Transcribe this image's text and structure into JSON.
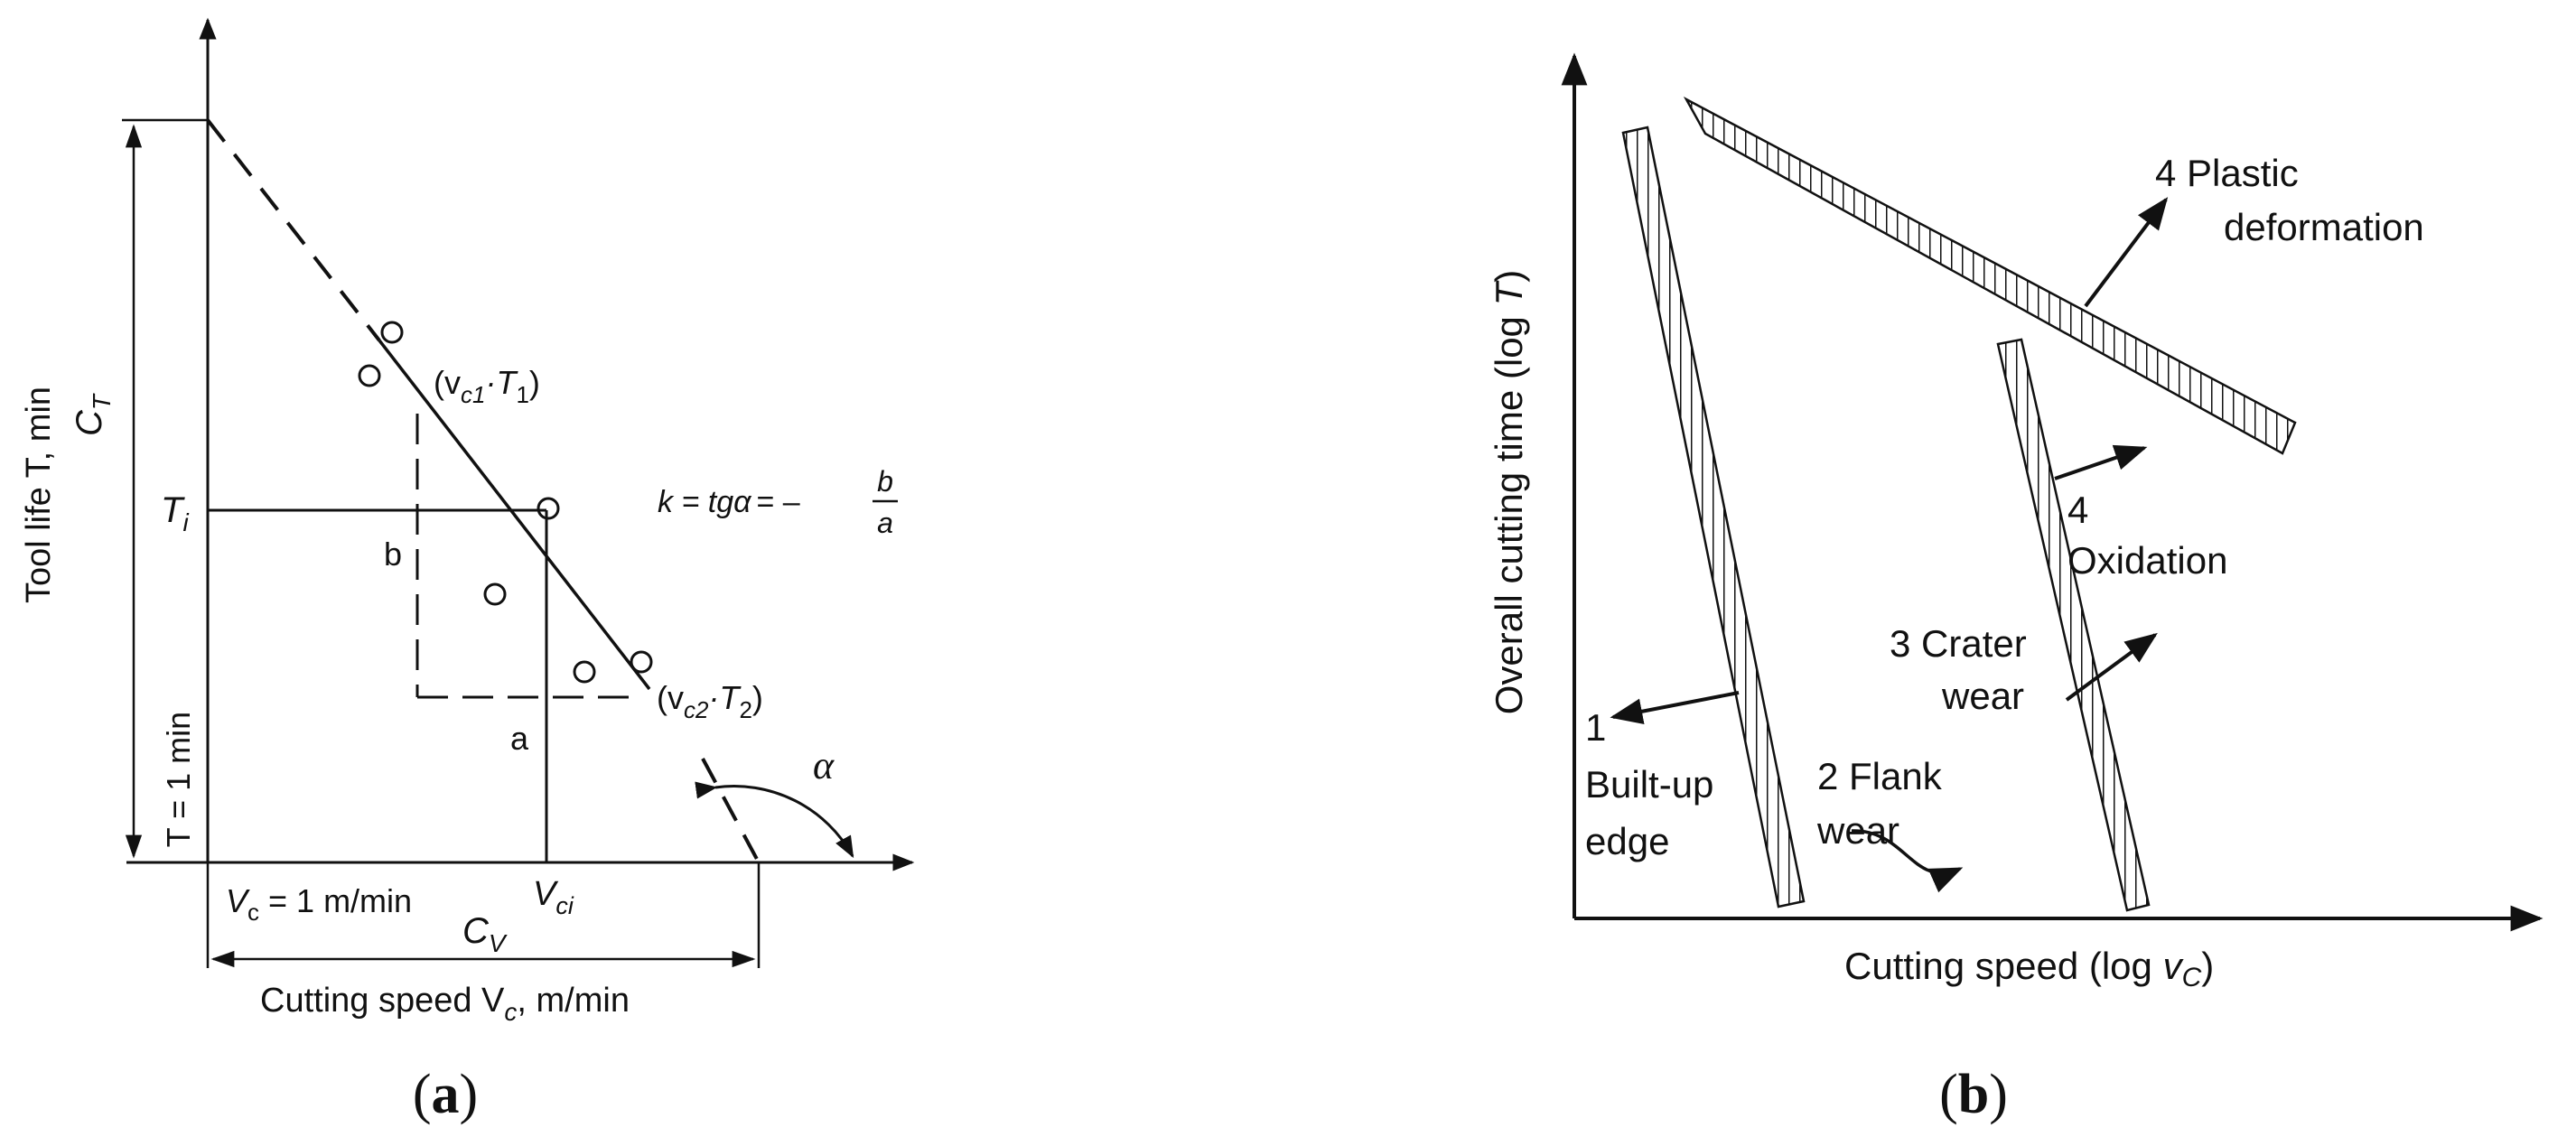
{
  "panel_a": {
    "y_axis_label": "Tool life T, min",
    "c_t_label": "C",
    "c_t_sub": "T",
    "t_one_label": "T = 1 min",
    "t_i_label": "T",
    "t_i_sub": "i",
    "point1_label": "(v",
    "point1_sub": "c1",
    "point1_tail": "·T",
    "point1_tsub": "1",
    "point1_close": ")",
    "point2_label": "(v",
    "point2_sub": "c2",
    "point2_tail": "·T",
    "point2_tsub": "2",
    "point2_close": ")",
    "formula_prefix": "k = tg",
    "formula_alpha": "α",
    "formula_eq": "= –",
    "formula_num": "b",
    "formula_den": "a",
    "side_b": "b",
    "side_a": "a",
    "alpha_label": "α",
    "vc_one_label": "V",
    "vc_one_sub": "c",
    "vc_one_tail": " = 1 m/min",
    "c_v_label": "C",
    "c_v_sub": "V",
    "v_ci_label": "V",
    "v_ci_sub": "ci",
    "x_axis_label": "Cutting speed V",
    "x_axis_sub": "c",
    "x_axis_tail": ", m/min",
    "caption_open": "(",
    "caption_letter": "a",
    "caption_close": ")"
  },
  "panel_b": {
    "y_axis_label": "Overall cutting time (log ",
    "y_axis_var": "T",
    "y_axis_close": ")",
    "x_axis_label": "Cutting speed (log ",
    "x_axis_var": "v",
    "x_axis_sub": "C",
    "x_axis_close": ")",
    "label_plastic_1": "4 Plastic",
    "label_plastic_2": "deformation",
    "label_oxidation_1": "4",
    "label_oxidation_2": "Oxidation",
    "label_crater_1": "3 Crater",
    "label_crater_2": "wear",
    "label_bue_1": "1",
    "label_bue_2": "Built-up",
    "label_bue_3": "edge",
    "label_flank_1": "2 Flank",
    "label_flank_2": "wear",
    "caption_open": "(",
    "caption_letter": "b",
    "caption_close": ")"
  },
  "colors": {
    "ink": "#111111",
    "background": "#ffffff"
  }
}
